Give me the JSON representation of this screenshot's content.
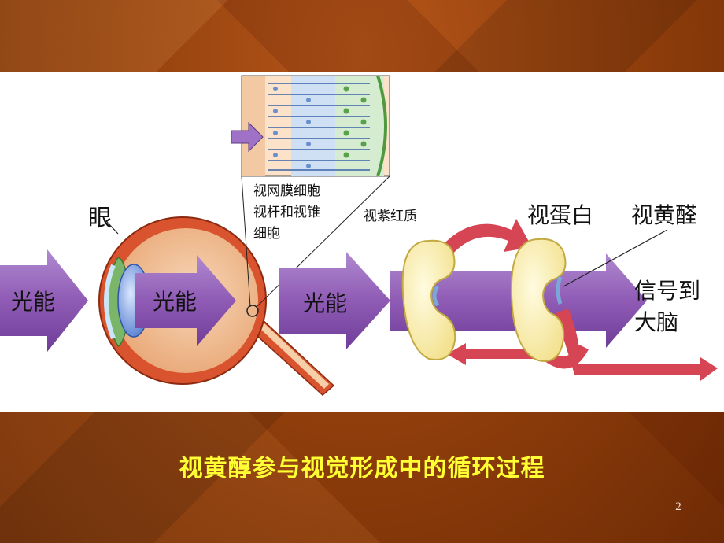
{
  "diagram": {
    "labels": {
      "eye": "眼",
      "retina_cells": [
        "视网膜细胞",
        "视杆和视锥",
        "细胞"
      ],
      "rhodopsin": "视紫红质",
      "opsin": "视蛋白",
      "retinal": "视黄醛",
      "light_energy_1": "光能",
      "light_energy_2": "光能",
      "light_energy_3": "光能",
      "signal": [
        "信号到",
        "大脑"
      ]
    }
  },
  "caption": "视黄醇参与视觉形成中的循环过程",
  "page_number": "2",
  "colors": {
    "purple_arrow": "#8f5bb5",
    "red_arrow": "#d64553",
    "eye_outer": "#d8532e",
    "eye_inner": "#f3bf93",
    "lens": "#5b84d6",
    "cell_body": "#fbf1b6",
    "caption": "#ffff33"
  }
}
